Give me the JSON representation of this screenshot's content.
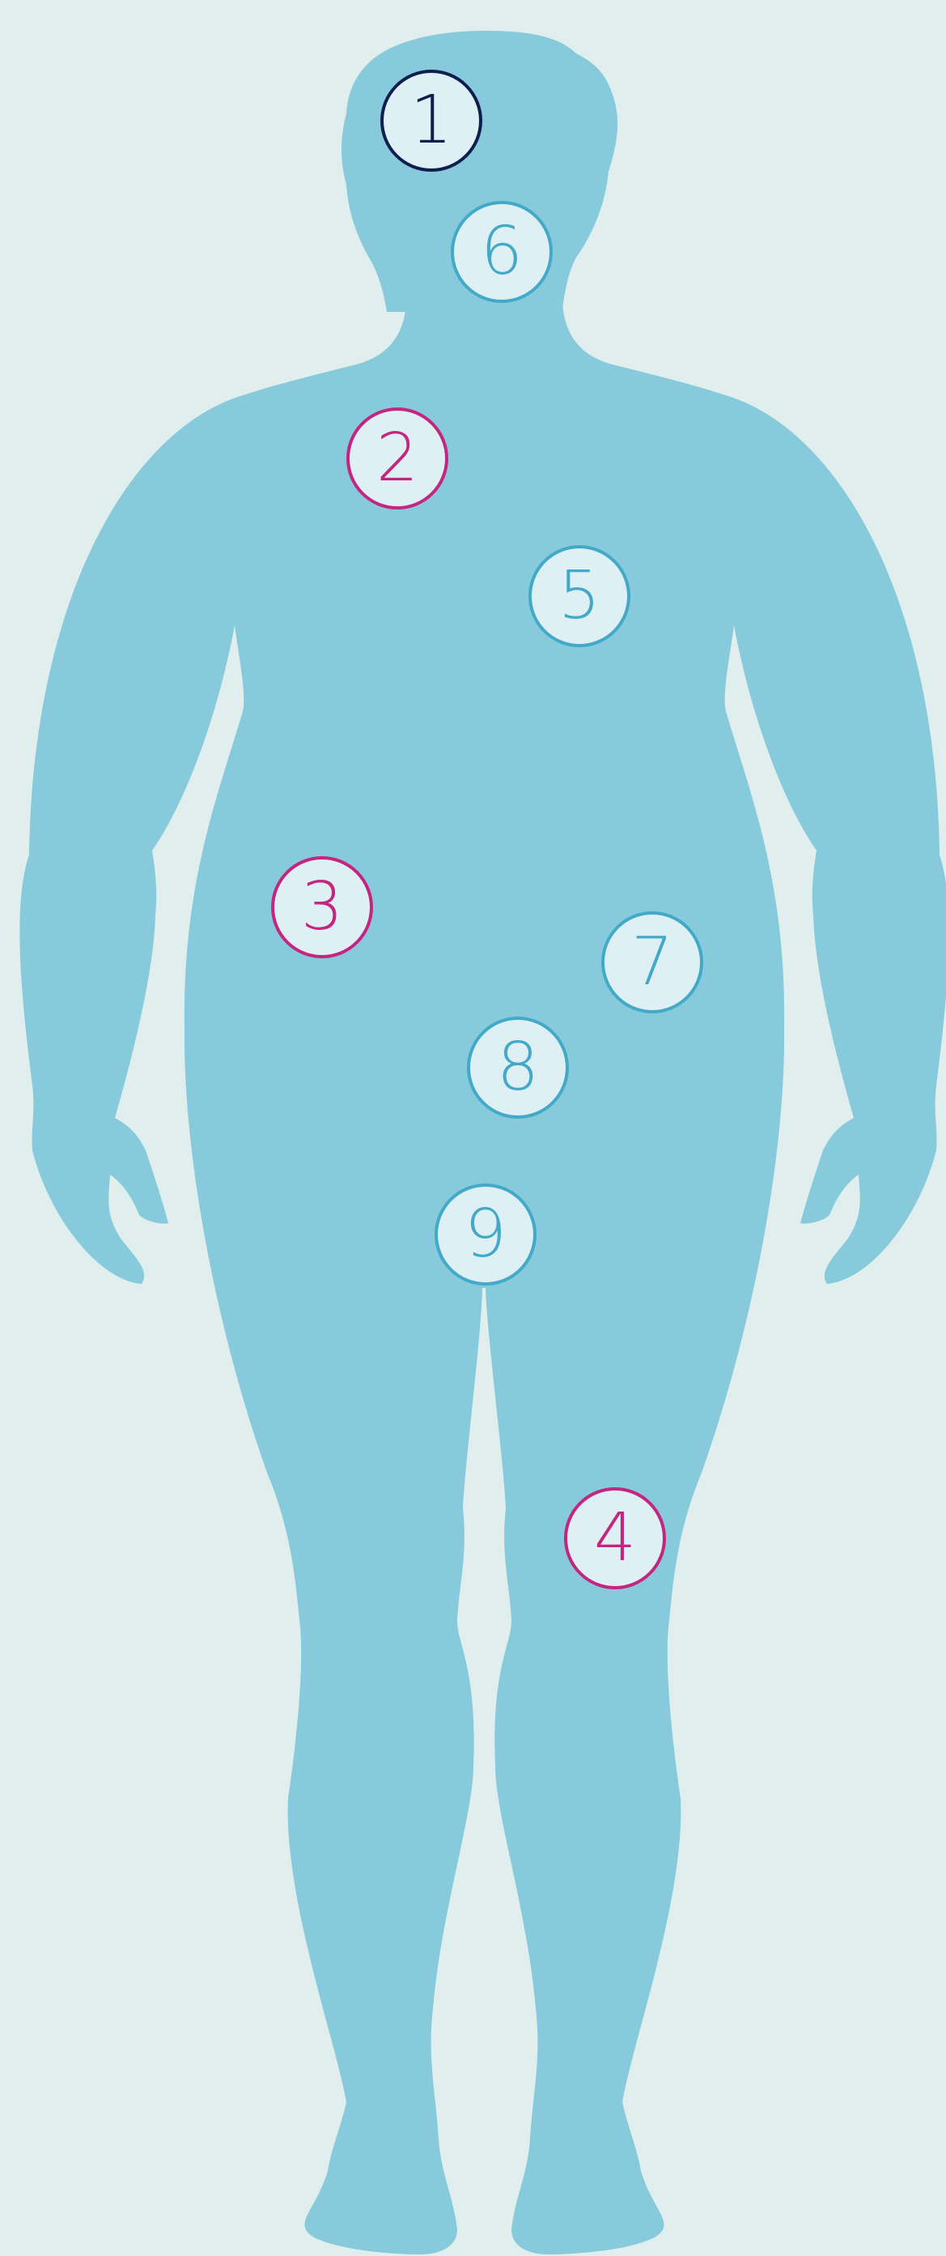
{
  "colors": {
    "background": "#e0efee",
    "silhouette": "#87cadb",
    "marker_fill": "#dff0f5",
    "navy": "#0f1d4f",
    "magenta": "#c4267f",
    "teal": "#43a9c8"
  },
  "markers": [
    {
      "label": "1",
      "color": "navy"
    },
    {
      "label": "6",
      "color": "teal"
    },
    {
      "label": "2",
      "color": "magenta"
    },
    {
      "label": "5",
      "color": "teal"
    },
    {
      "label": "3",
      "color": "magenta"
    },
    {
      "label": "7",
      "color": "teal"
    },
    {
      "label": "8",
      "color": "teal"
    },
    {
      "label": "9",
      "color": "teal"
    },
    {
      "label": "4",
      "color": "magenta"
    }
  ]
}
